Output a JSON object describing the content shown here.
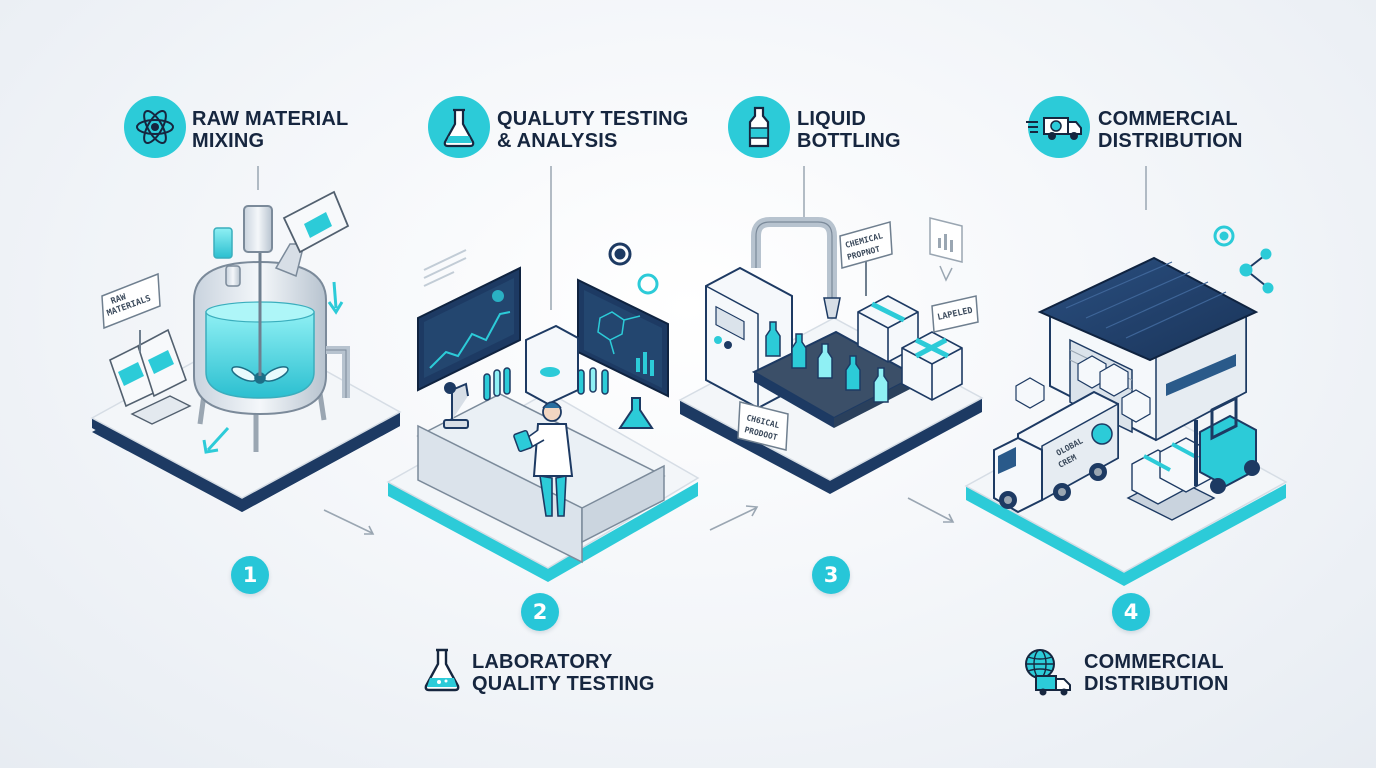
{
  "stages": [
    {
      "number": "1",
      "title_line1": "RAW MATERIAL",
      "title_line2": "MIXING",
      "icon": "atom-icon"
    },
    {
      "number": "2",
      "title_line1": "QUALUTY TESTING",
      "title_line2": "& ANALYSIS",
      "icon": "flask-icon"
    },
    {
      "number": "3",
      "title_line1": "LIQUID",
      "title_line2": "BOTTLING",
      "icon": "bottle-icon"
    },
    {
      "number": "4",
      "title_line1": "COMMERCIAL",
      "title_line2": "DISTRIBUTION",
      "icon": "delivery-truck-icon"
    }
  ],
  "bottom_labels": [
    {
      "line1": "LABORATORY",
      "line2": "QUALITY TESTING",
      "icon": "flask-icon"
    },
    {
      "line1": "COMMERCIAL",
      "line2": "DISTRIBUTION",
      "icon": "globe-truck-icon"
    }
  ],
  "tags": {
    "raw_materials_1": "RAW",
    "raw_materials_2": "MATERIALS",
    "chemical_product_top_1": "CHEMICAL",
    "chemical_product_top_2": "PROPNOT",
    "chemical_product_bottom_1": "CH6ICAL",
    "chemical_product_bottom_2": "PRODOOT",
    "labeled": "LAPELED",
    "truck_1": "OLOBAL",
    "truck_2": "CREM"
  },
  "colors": {
    "accent": "#2ccbd8",
    "navy": "#1d3a63",
    "text": "#16263f",
    "platform_edge": "#1d3a63"
  }
}
